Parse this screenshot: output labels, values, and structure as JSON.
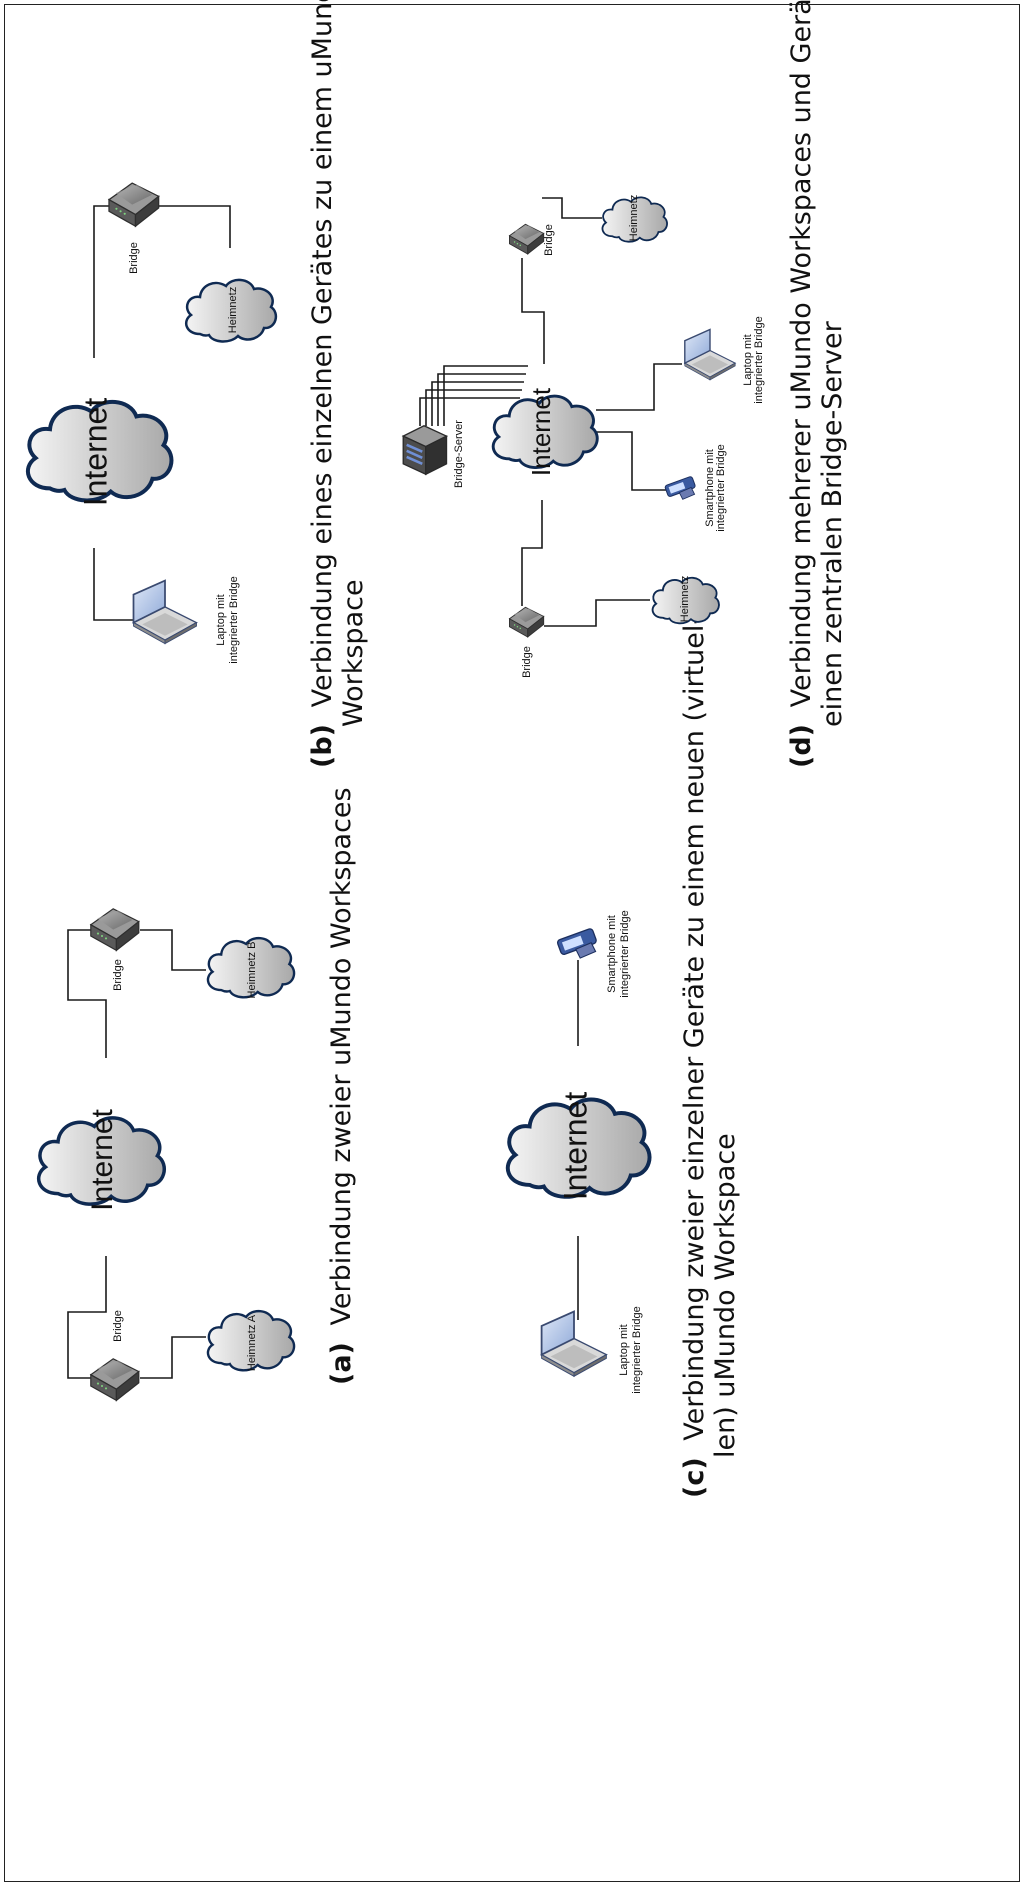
{
  "panels": {
    "a": {
      "caption_label": "(a)",
      "caption_text": "Verbindung zweier uMundo Workspaces",
      "internet": "Internet",
      "bridge_left": "Bridge",
      "bridge_right": "Bridge",
      "cloud_left": "Heimnetz A",
      "cloud_right": "Heimnetz B"
    },
    "b": {
      "caption_label": "(b)",
      "caption_line1": "Verbindung eines einzelnen Gerätes zu einem uMundo",
      "caption_line2": "Workspace",
      "internet": "Internet",
      "laptop_line1": "Laptop mit",
      "laptop_line2": "integrierter Bridge",
      "bridge": "Bridge",
      "cloud": "Heimnetz"
    },
    "c": {
      "caption_label": "(c)",
      "caption_line1": "Verbindung zweier einzelner Geräte zu einem neuen (virtuel-",
      "caption_line2": "len) uMundo Workspace",
      "internet": "Internet",
      "laptop_line1": "Laptop mit",
      "laptop_line2": "integrierter Bridge",
      "phone_line1": "Smartphone mit",
      "phone_line2": "integrierter Bridge"
    },
    "d": {
      "caption_label": "(d)",
      "caption_line1": "Verbindung mehrerer uMundo Workspaces und Geräte über",
      "caption_line2": "einen zentralen Bridge-Server",
      "internet": "Internet",
      "server": "Bridge-Server",
      "bridge_left": "Bridge",
      "bridge_right": "Bridge",
      "cloud_left": "Heimnetz",
      "cloud_right": "Heimnetz",
      "phone_line1": "Smartphone mit",
      "phone_line2": "integrierter Bridge",
      "laptop_line1": "Laptop mit",
      "laptop_line2": "integrierter Bridge"
    }
  },
  "colors": {
    "cloud_fill_top": "#f2f2f2",
    "cloud_fill_bottom": "#a9a9a9",
    "cloud_stroke": "#0f2a52",
    "device_dark": "#5a5a5a",
    "laptop_screen": "#a9bfe6"
  }
}
